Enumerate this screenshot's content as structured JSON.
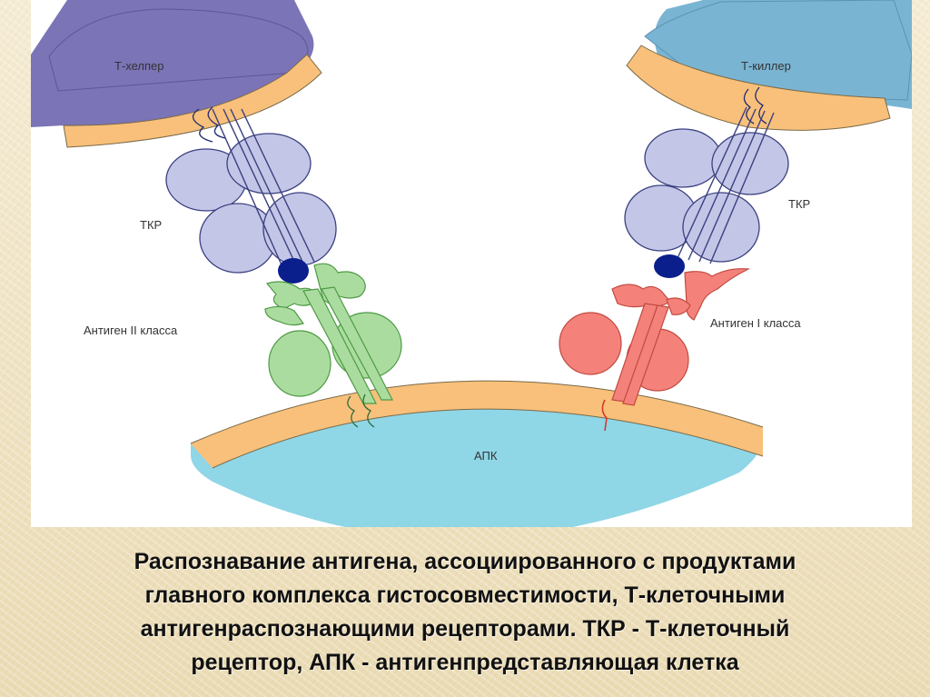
{
  "diagram": {
    "labels": {
      "t_helper": "Т-хелпер",
      "t_killer": "Т-киллер",
      "tcr_left": "ТКР",
      "tcr_right": "ТКР",
      "antigen_class2": "Антиген II класса",
      "antigen_class1": "Антиген I класса",
      "apc": "АПК"
    },
    "colors": {
      "t_helper_cell": "#7b74b6",
      "t_killer_cell": "#7ab4d3",
      "membrane": "#f8c07a",
      "tcr_domain": "#c3c6e6",
      "peptide": "#0a1f8c",
      "mhc_class2": "#abdc9f",
      "mhc_class1": "#f4827a",
      "apc_cell": "#8fd6e6"
    }
  },
  "caption": {
    "lines": [
      "Распознавание антигена, ассоциированного с  продуктами",
      "главного комплекса гистосовместимости, Т-клеточными",
      "антигенраспознающими рецепторами. ТКР - Т-клеточный",
      "рецептор, АПК - антигенпредставляющая клетка"
    ]
  }
}
